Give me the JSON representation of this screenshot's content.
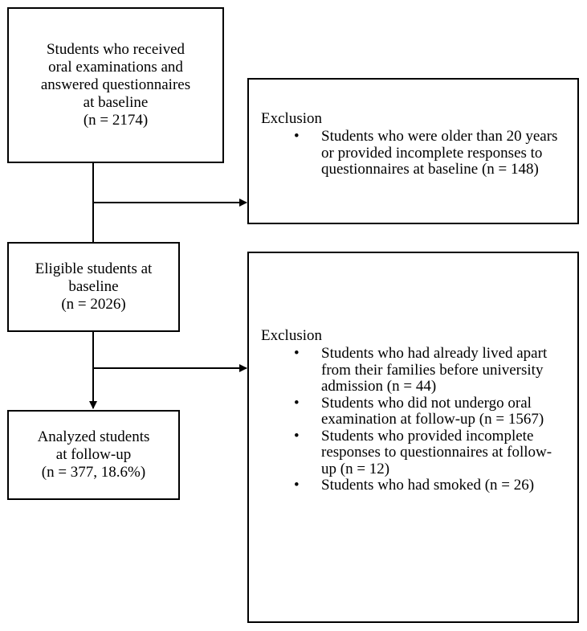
{
  "nodes": {
    "baseline": {
      "lines": [
        "Students who received",
        "oral examinations and",
        "answered questionnaires",
        "at baseline",
        "(n = 2174)"
      ]
    },
    "eligible": {
      "lines": [
        "Eligible students at",
        "baseline",
        "(n = 2026)"
      ]
    },
    "analyzed": {
      "lines": [
        "Analyzed students",
        "at follow-up",
        "(n = 377, 18.6%)"
      ]
    }
  },
  "exclusion1": {
    "title": "Exclusion",
    "items": [
      "Students who were older than 20 years or provided incomplete responses to questionnaires at baseline (n = 148)"
    ]
  },
  "exclusion2": {
    "title": "Exclusion",
    "items": [
      "Students who had already lived apart from their families before university admission (n = 44)",
      "Students who did not undergo oral examination at follow-up (n = 1567)",
      "Students who provided incomplete responses to questionnaires at follow-up (n = 12)",
      "Students who had smoked (n = 26)"
    ]
  },
  "bullet_symbol": "•"
}
